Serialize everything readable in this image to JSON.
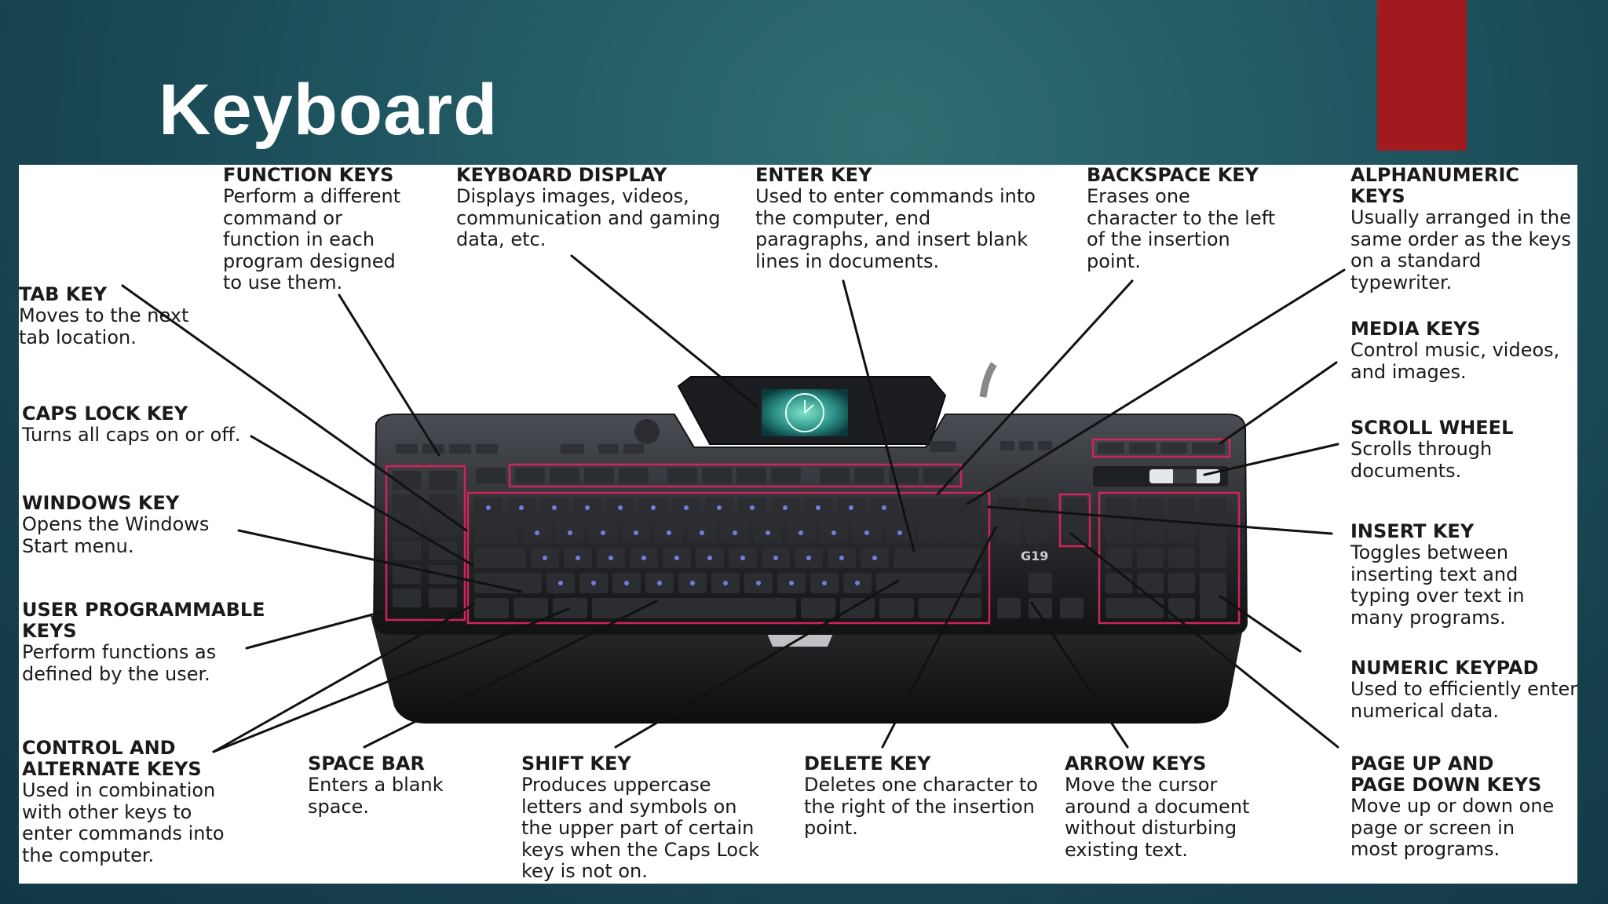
{
  "slide": {
    "title": "Keyboard"
  },
  "colors": {
    "accent": "#a31a1e",
    "highlight": "#d0245a",
    "key_glow": "#6f7dff",
    "background": "#1f5560"
  },
  "keyboard": {
    "model_label": "G19"
  },
  "callouts": {
    "function_keys": {
      "title": "FUNCTION KEYS",
      "desc": "Perform a different command or function in each program designed to use them."
    },
    "keyboard_display": {
      "title": "KEYBOARD DISPLAY",
      "desc": "Displays images, videos, communication and gaming data, etc."
    },
    "enter_key": {
      "title": "ENTER KEY",
      "desc": "Used to enter commands into the computer, end paragraphs, and insert blank lines in documents."
    },
    "backspace_key": {
      "title": "BACKSPACE KEY",
      "desc": "Erases one character to the left of the insertion point."
    },
    "alphanumeric_keys": {
      "title": "ALPHANUMERIC KEYS",
      "desc": "Usually arranged in the same order as the keys on a standard typewriter."
    },
    "tab_key": {
      "title": "TAB KEY",
      "desc": "Moves to the next tab location."
    },
    "media_keys": {
      "title": "MEDIA KEYS",
      "desc": "Control music, videos, and images."
    },
    "caps_lock_key": {
      "title": "CAPS LOCK KEY",
      "desc": "Turns all caps on or off."
    },
    "scroll_wheel": {
      "title": "SCROLL WHEEL",
      "desc": "Scrolls through documents."
    },
    "windows_key": {
      "title": "WINDOWS KEY",
      "desc": "Opens the Windows Start menu."
    },
    "insert_key": {
      "title": "INSERT KEY",
      "desc": "Toggles between inserting text and typing over text in many programs."
    },
    "user_programmable_keys": {
      "title": "USER PROGRAMMABLE KEYS",
      "desc": "Perform functions as defined by the user."
    },
    "numeric_keypad": {
      "title": "NUMERIC KEYPAD",
      "desc": "Used to efficiently enter numerical data."
    },
    "control_alternate_keys": {
      "title": "CONTROL AND ALTERNATE KEYS",
      "desc": "Used in combination with other keys to enter commands into the computer."
    },
    "space_bar": {
      "title": "SPACE BAR",
      "desc": "Enters a blank space."
    },
    "shift_key": {
      "title": "SHIFT KEY",
      "desc": "Produces uppercase letters and symbols on the upper part of certain keys when the Caps Lock key is not on."
    },
    "delete_key": {
      "title": "DELETE KEY",
      "desc": "Deletes one character to the right of the insertion point."
    },
    "arrow_keys": {
      "title": "ARROW KEYS",
      "desc": "Move the cursor around a document without disturbing existing text."
    },
    "page_up_down_keys": {
      "title": "PAGE UP AND PAGE DOWN KEYS",
      "desc": "Move up or down one page or screen in most programs."
    }
  }
}
